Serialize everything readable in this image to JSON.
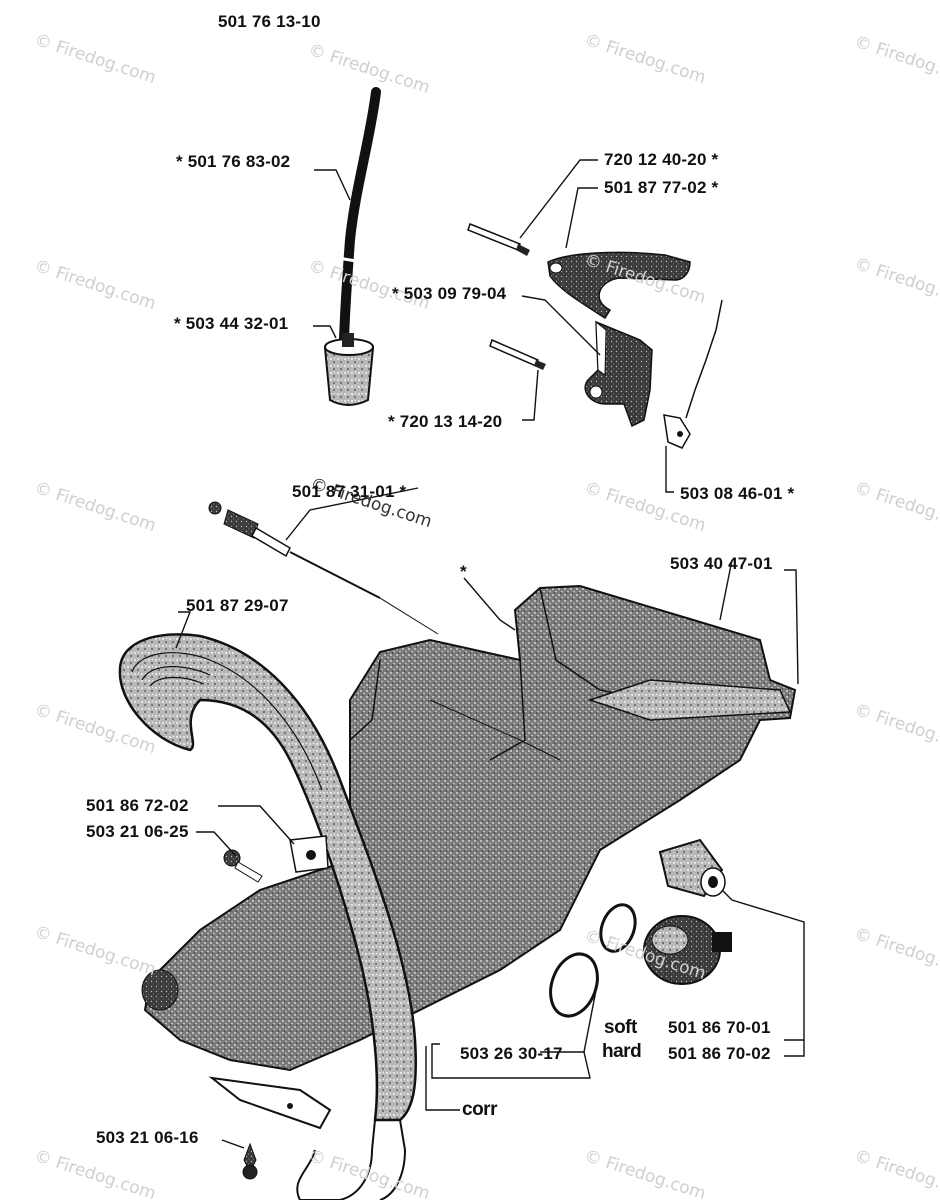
{
  "watermark": "© Firedog.com",
  "labels": {
    "top_ref": "501 76 13-10",
    "fuel_hose": "* 501 76 83-02",
    "fuel_filter": "* 503 44 32-01",
    "pin_a": "720 12 40-20 *",
    "trigger": "501 87 77-02 *",
    "throttle_lock": "* 503 09 79-04",
    "pin_b": "* 720 13 14-20",
    "link_rod": "503 08 46-01 *",
    "cable": "501 87 31-01 *",
    "handle_bar": "501 87 29-07",
    "tank_star": "*",
    "handle_housing": "503 40 47-01",
    "bracket": "501 86 72-02",
    "screw_a": "503 21 06-25",
    "oring_set": "503 26 30-17",
    "soft": "soft",
    "hard": "hard",
    "plug_soft": "501 86 70-01",
    "plug_hard": "501 86 70-02",
    "corr": "corr",
    "screw_b": "503 21 06-16"
  }
}
